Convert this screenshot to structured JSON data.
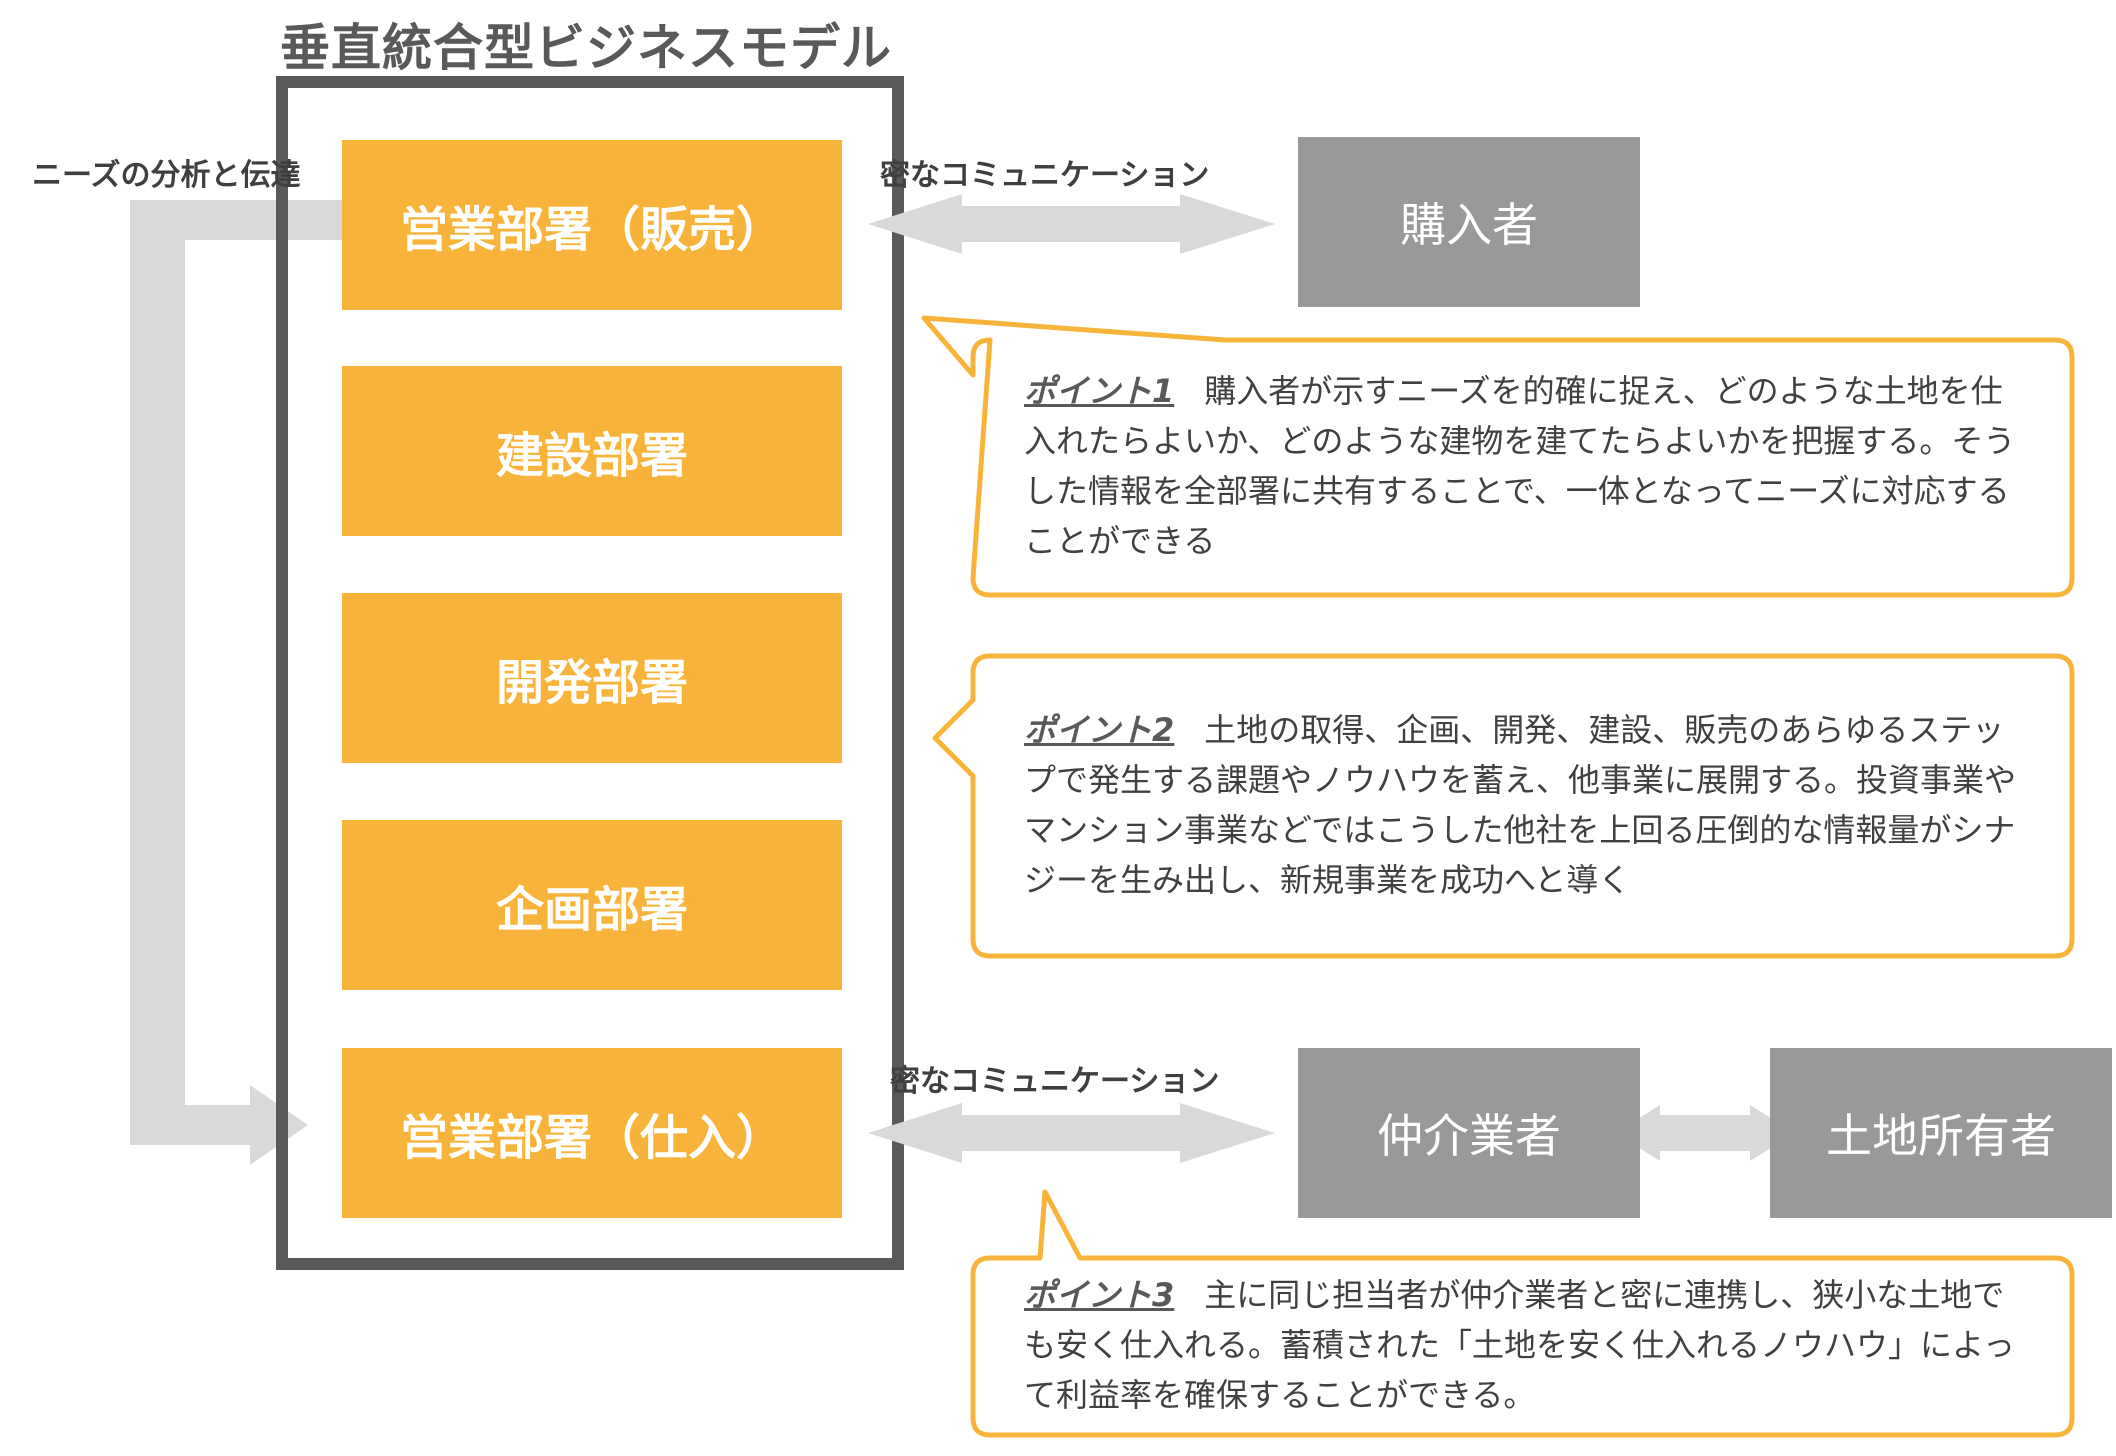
{
  "title": "垂直統合型ビジネスモデル",
  "labels": {
    "needs": "ニーズの分析と伝達",
    "comm_top": "密なコミュニケーション",
    "comm_bottom": "密なコミュニケーション"
  },
  "departments": [
    {
      "label": "営業部署（販売）"
    },
    {
      "label": "建設部署"
    },
    {
      "label": "開発部署"
    },
    {
      "label": "企画部署"
    },
    {
      "label": "営業部署（仕入）"
    }
  ],
  "parties": {
    "buyer": "購入者",
    "broker": "仲介業者",
    "landowner": "土地所有者"
  },
  "points": [
    {
      "label": "ポイント1",
      "text": "購入者が示すニーズを的確に捉え、どのような土地を仕入れたらよいか、どのような建物を建てたらよいかを把握する。そうした情報を全部署に共有することで、一体となってニーズに対応することができる"
    },
    {
      "label": "ポイント2",
      "text": "土地の取得、企画、開発、建設、販売のあらゆるステップで発生する課題やノウハウを蓄え、他事業に展開する。投資事業やマンション事業などではこうした他社を上回る圧倒的な情報量がシナジーを生み出し、新規事業を成功へと導く"
    },
    {
      "label": "ポイント3",
      "text": "主に同じ担当者が仲介業者と密に連携し、狭小な土地でも安く仕入れる。蓄積された「土地を安く仕入れるノウハウ」によって利益率を確保することができる。"
    }
  ],
  "colors": {
    "department": "#f8b33b",
    "party": "#999999",
    "arrow": "#d9d9d9",
    "frame": "#595959",
    "callout_border": "#f8b33b"
  }
}
